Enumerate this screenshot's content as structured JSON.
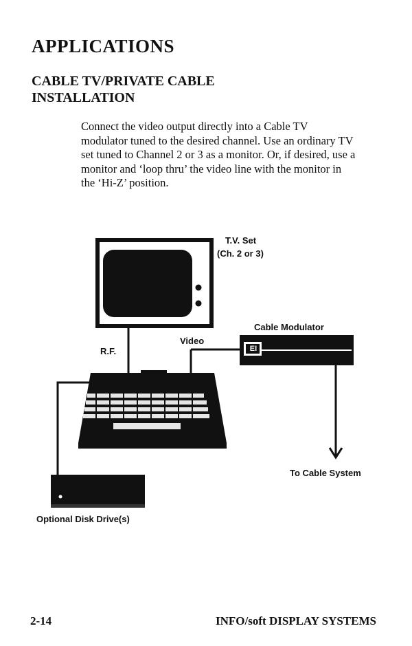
{
  "page": {
    "title": "APPLICATIONS",
    "subtitle": "CABLE TV/PRIVATE CABLE INSTALLATION",
    "body": "Connect the video output directly into a Cable TV modulator tuned to the desired channel. Use an ordinary TV set tuned to Channel 2 or 3 as a monitor. Or, if desired, use a monitor and ‘loop thru’ the video line with the monitor in the ‘Hi-Z’ position."
  },
  "diagram": {
    "tv_label_line1": "T.V. Set",
    "tv_label_line2": "(Ch. 2 or 3)",
    "modulator_label": "Cable Modulator",
    "video_label": "Video",
    "rf_label": "R.F.",
    "cable_system_label": "To Cable System",
    "disk_label": "Optional Disk Drive(s)",
    "modulator_badge": "EI"
  },
  "footer": {
    "page_number": "2-14",
    "publisher": "INFO/soft DISPLAY SYSTEMS"
  }
}
